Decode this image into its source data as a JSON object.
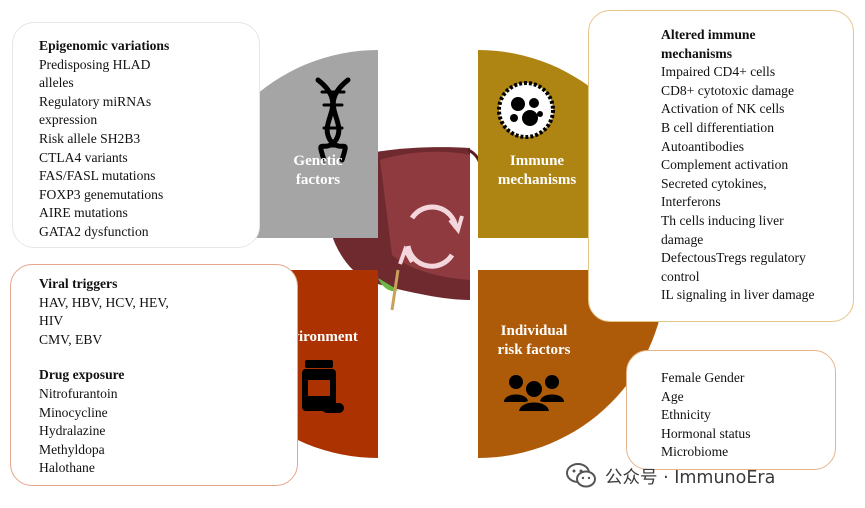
{
  "quadrants": {
    "genetic": {
      "label_line1": "Genetic",
      "label_line2": "factors",
      "icon": "dna-icon",
      "color": "#a5a5a5"
    },
    "immune": {
      "label_line1": "Immune",
      "label_line2": "mechanisms",
      "icon": "immune-cell-icon",
      "color": "#ae8413"
    },
    "environment": {
      "label": "Environment",
      "icon": "pill-bottle-icon",
      "color": "#ac3201"
    },
    "individual": {
      "label_line1": "Individual",
      "label_line2": "risk factors",
      "icon": "people-group-icon",
      "color": "#ad5b08"
    }
  },
  "center": {
    "icon": "liver-icon",
    "cycle_icon": "cycle-arrows-icon"
  },
  "genetic_box": {
    "title": "Epigenomic variations",
    "items": [
      "Predisposing HLAD",
      "alleles",
      "Regulatory miRNAs",
      "expression",
      "Risk allele SH2B3",
      "CTLA4 variants",
      "FAS/FASL mutations",
      "FOXP3 genemutations",
      "AIRE mutations",
      "GATA2 dysfunction"
    ]
  },
  "immune_box": {
    "title_line1": "Altered immune",
    "title_line2": "mechanisms",
    "items": [
      "Impaired CD4+ cells",
      "CD8+ cytotoxic damage",
      "Activation of NK cells",
      "B cell differentiation",
      "Autoantibodies",
      "Complement activation",
      "Secreted cytokines,",
      "Interferons",
      "Th cells inducing liver",
      "damage",
      "DefectousTregs regulatory",
      "control",
      "IL signaling in liver damage"
    ]
  },
  "environment_box": {
    "viral_title": "Viral triggers",
    "viral_items": [
      "HAV, HBV, HCV, HEV,",
      "HIV",
      "CMV, EBV"
    ],
    "drug_title": "Drug exposure",
    "drug_items": [
      "Nitrofurantoin",
      "Minocycline",
      "Hydralazine",
      "Methyldopa",
      "Halothane"
    ]
  },
  "individual_box": {
    "items": [
      "Female Gender",
      "Age",
      "Ethnicity",
      "Hormonal status",
      "Microbiome"
    ]
  },
  "watermark": {
    "text": "公众号 · ImmunoEra",
    "icon": "wechat-icon"
  }
}
